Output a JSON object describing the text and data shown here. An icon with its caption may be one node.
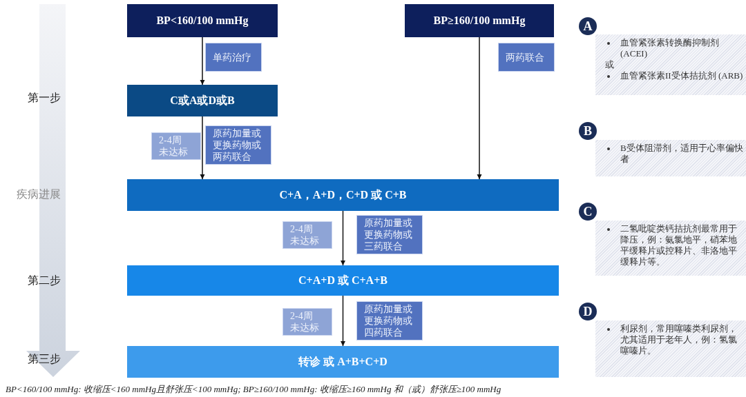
{
  "diagram": {
    "caption": "BP<160/100 mmHg: 收缩压<160 mmHg且舒张压<100 mmHg; BP≥160/100 mmHg: 收缩压≥160 mmHg 和（或）舒张压≥100 mmHg",
    "nodes": [
      {
        "text": [
          "BP<160/100 mmHg"
        ]
      },
      {
        "text": [
          "BP≥160/100 mmHg"
        ]
      },
      {
        "text": [
          "C或A或D或B"
        ]
      },
      {
        "text": [
          "C+A，A+D，C+D 或 C+B"
        ]
      },
      {
        "text": [
          "C+A+D 或 C+A+B"
        ]
      },
      {
        "text": [
          "转诊 或 A+B+C+D"
        ]
      },
      {
        "text": [
          "单药治疗"
        ]
      },
      {
        "text": [
          "两药联合"
        ]
      },
      {
        "text": [
          "2-4周未达标"
        ]
      },
      {
        "text": [
          "原药加量或更换药物或两药联合"
        ]
      },
      {
        "text": [
          "2-4周未达标"
        ]
      },
      {
        "text": [
          "原药加量或更换药物或三药联合"
        ]
      },
      {
        "text": [
          "2-4周未达标"
        ]
      },
      {
        "text": [
          "原药加量或更换药物或四药联合"
        ]
      },
      {
        "text": [
          "A"
        ]
      },
      {
        "text": [
          "血管紧张素转换酶抑制剂 (ACEI)",
          "或",
          "血管紧张素II受体拮抗剂 (ARB)"
        ]
      },
      {
        "text": [
          "B"
        ]
      },
      {
        "text": [
          "B受体阻滞剂，适用于心率偏快者"
        ]
      },
      {
        "text": [
          "C"
        ]
      },
      {
        "text": [
          "二氢吡啶类钙拮抗剂最常用于降压，例：氨氯地平，硝苯地平缓释片或控释片、非洛地平缓释片等。"
        ]
      },
      {
        "text": [
          "D"
        ]
      },
      {
        "text": [
          "利尿剂，常用噻嗪类利尿剂，尤其适用于老年人，例：氢氯噻嗪片。"
        ]
      }
    ],
    "edges": [
      {
        "from": 0,
        "to": 2,
        "arrow": "to"
      },
      {
        "from": 2,
        "to": 3,
        "arrow": "to"
      },
      {
        "from": 1,
        "to": 3,
        "arrow": "to"
      },
      {
        "from": 3,
        "to": 4,
        "arrow": "to"
      },
      {
        "from": 4,
        "to": 5,
        "arrow": "to"
      }
    ],
    "labels": [
      "第一步",
      "疾病进展",
      "第二步",
      "第三步"
    ]
  }
}
